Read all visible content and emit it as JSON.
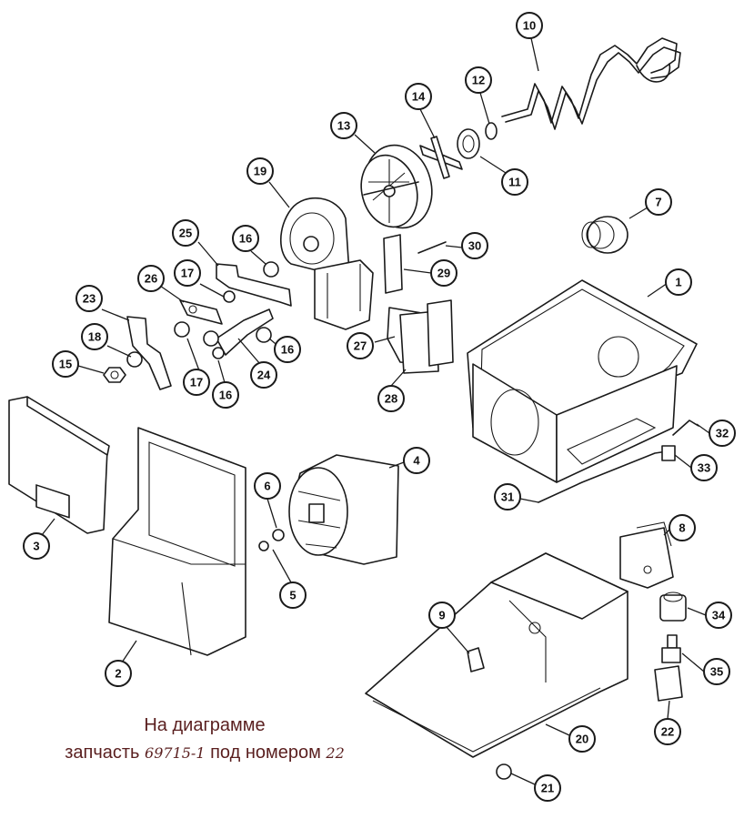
{
  "caption": {
    "line1": "На диаграмме",
    "line2_prefix": "запчасть",
    "part_number": "69715-1",
    "line2_middle": "под номером",
    "position_number": "22"
  },
  "callouts": [
    "1",
    "2",
    "3",
    "4",
    "5",
    "6",
    "7",
    "8",
    "9",
    "10",
    "11",
    "12",
    "13",
    "14",
    "15",
    "16",
    "16",
    "16",
    "17",
    "17",
    "18",
    "19",
    "20",
    "21",
    "22",
    "23",
    "24",
    "25",
    "26",
    "27",
    "28",
    "29",
    "30",
    "31",
    "32",
    "33",
    "34",
    "35"
  ]
}
